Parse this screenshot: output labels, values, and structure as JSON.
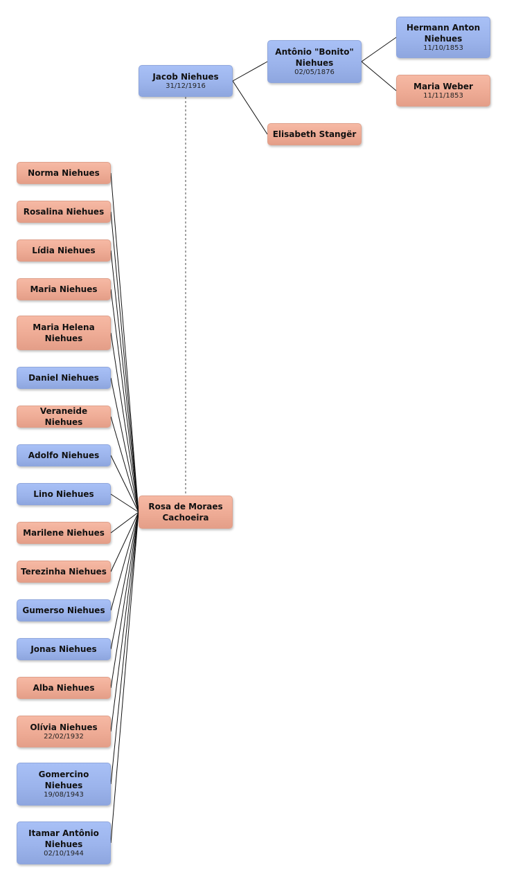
{
  "people": {
    "jacob": {
      "name": "Jacob Niehues",
      "date": "31/12/1916"
    },
    "antonio": {
      "name": "Antônio \"Bonito\" Niehues",
      "date": "02/05/1876"
    },
    "hermann": {
      "name": "Hermann Anton Niehues",
      "date": "11/10/1853"
    },
    "maria_weber": {
      "name": "Maria Weber",
      "date": "11/11/1853"
    },
    "elisabeth": {
      "name": "Elisabeth Stangër"
    },
    "rosa": {
      "name": "Rosa de Moraes Cachoeira"
    }
  },
  "children": [
    {
      "name": "Norma Niehues"
    },
    {
      "name": "Rosalina Niehues"
    },
    {
      "name": "Lídia Niehues"
    },
    {
      "name": "Maria Niehues"
    },
    {
      "name": "Maria Helena Niehues"
    },
    {
      "name": "Daniel Niehues"
    },
    {
      "name": "Veraneide Niehues"
    },
    {
      "name": "Adolfo Niehues"
    },
    {
      "name": "Lino Niehues"
    },
    {
      "name": "Marilene Niehues"
    },
    {
      "name": "Terezinha Niehues"
    },
    {
      "name": "Gumerso Niehues"
    },
    {
      "name": "Jonas Niehues"
    },
    {
      "name": "Alba Niehues"
    },
    {
      "name": "Olívia Niehues",
      "date": "22/02/1932"
    },
    {
      "name": "Gomercino Niehues",
      "date": "19/08/1943"
    },
    {
      "name": "Itamar Antônio Niehues",
      "date": "02/10/1944"
    }
  ]
}
